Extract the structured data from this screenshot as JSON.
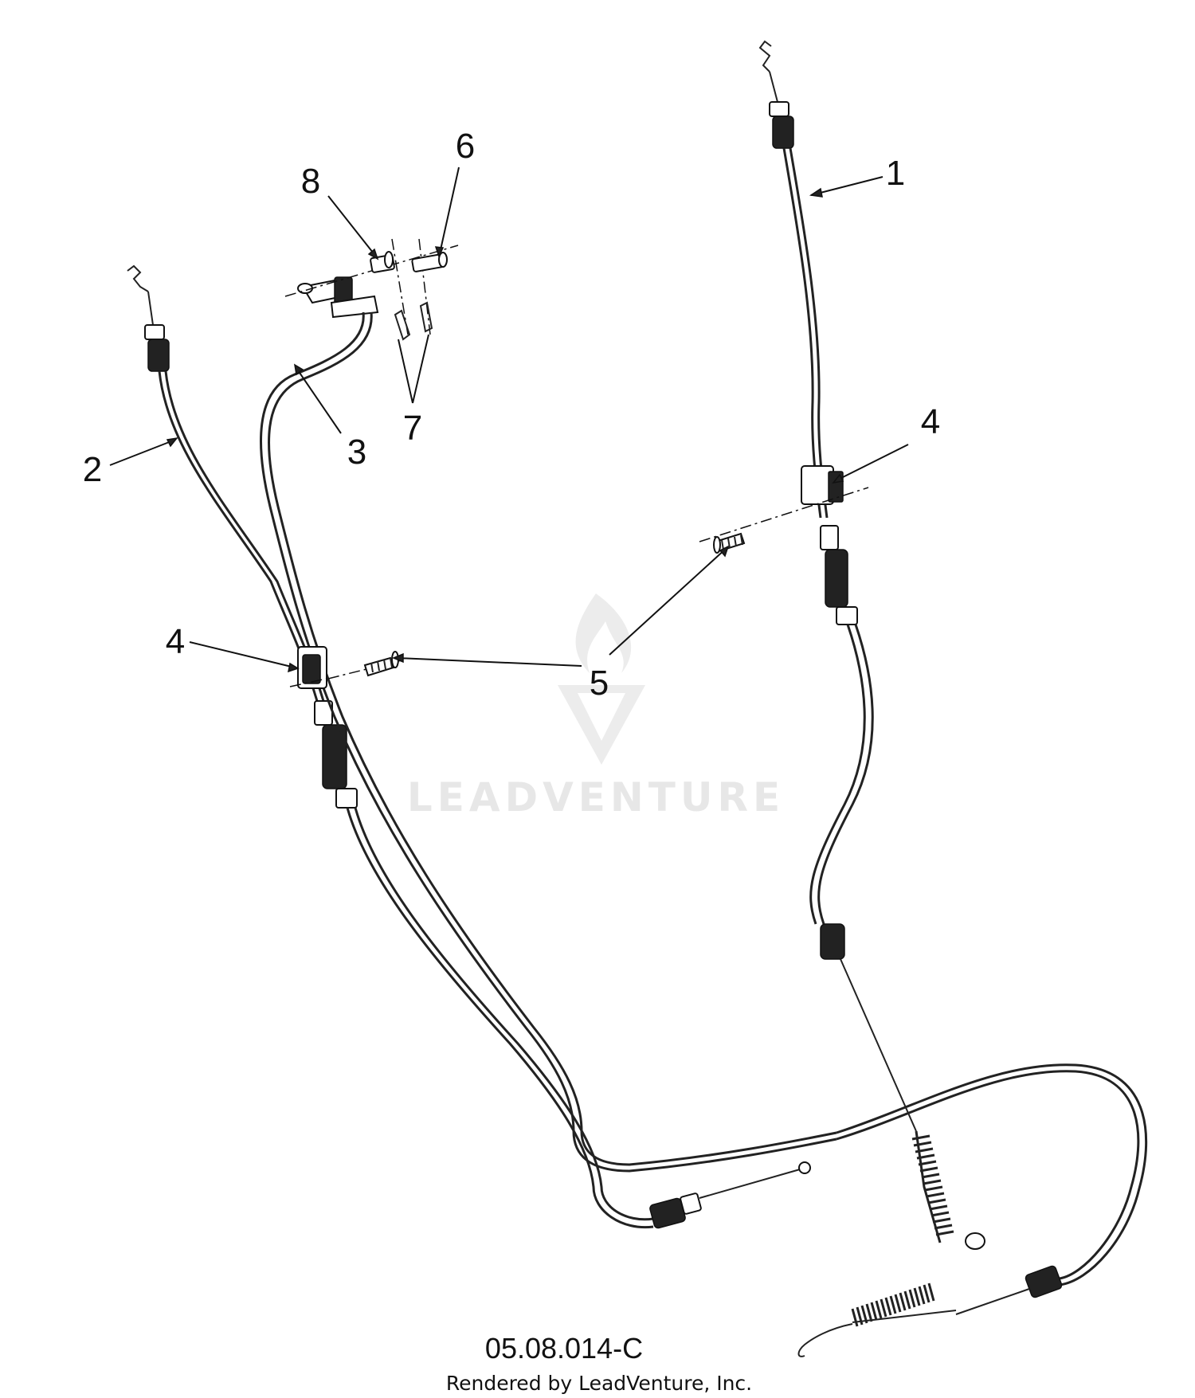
{
  "callouts": {
    "c1": "1",
    "c2": "2",
    "c3": "3",
    "c4a": "4",
    "c4b": "4",
    "c5": "5",
    "c6": "6",
    "c7": "7",
    "c8": "8"
  },
  "diagram_code": "05.08.014-C",
  "credit": "Rendered by LeadVenture, Inc.",
  "watermark": "LEADVENTURE"
}
